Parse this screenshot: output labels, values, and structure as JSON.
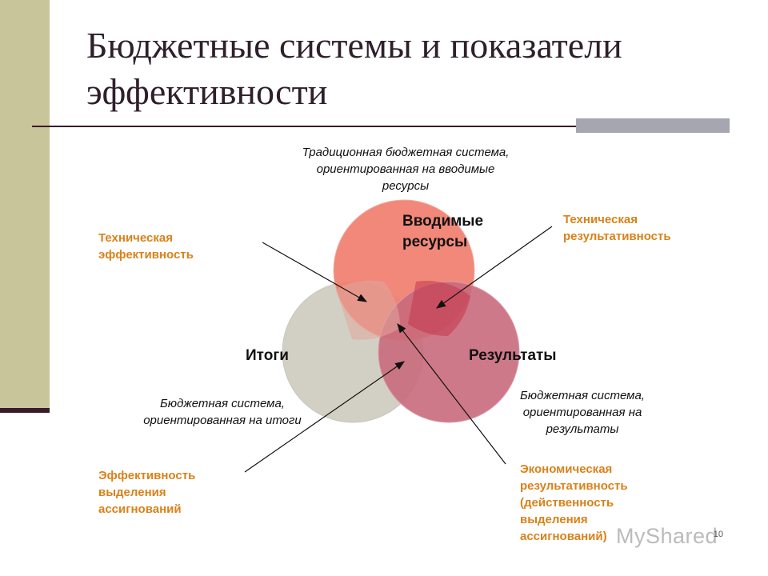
{
  "title": "Бюджетные системы и показатели эффективности",
  "labels": {
    "traditional": "Традиционная бюджетная система, ориентированная на вводимые ресурсы",
    "outcomes_system": "Бюджетная система, ориентированная на итоги",
    "results_system": "Бюджетная система, ориентированная на результаты",
    "tech_efficiency": "Техническая эффективность",
    "tech_effectiveness": "Техническая результативность",
    "allocation_efficiency": "Эффективность выделения ассигнований",
    "economic_effectiveness": "Экономическая результативность (действенность выделения ассигнований)"
  },
  "circles": {
    "inputs": {
      "label": "Вводимые ресурсы",
      "color": "#f07f6f"
    },
    "outcomes": {
      "label": "Итоги",
      "color": "#d2d0c4"
    },
    "results": {
      "label": "Результаты",
      "color": "#c96a7c"
    }
  },
  "colors": {
    "accent_text": "#d9821a",
    "left_bar": "#c9c59a"
  },
  "page_number": "10",
  "watermark": "MyShared"
}
